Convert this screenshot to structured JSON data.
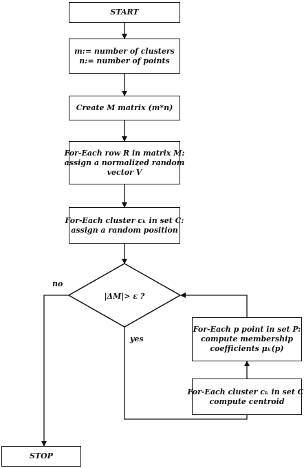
{
  "flowchart": {
    "start": "START",
    "init": {
      "line1": "m:= number of clusters",
      "line2": "n:= number of points"
    },
    "create_matrix": "Create M matrix (m*n)",
    "assign_vector": {
      "line1": "For-Each row R in matrix M:",
      "line2": "assign a normalized random",
      "line3": "vector V"
    },
    "assign_position": {
      "line1": "For-Each cluster cₖ in set C:",
      "line2": "assign a random position"
    },
    "decision": "|ΔM|> ε ?",
    "membership": {
      "line1": "For-Each p point in set P:",
      "line2": "compute membership",
      "line3": "coefficients  μₖ(p)"
    },
    "centroid": {
      "line1": "For-Each cluster cₖ in set C:",
      "line2": "compute centroid"
    },
    "stop": "STOP",
    "label_no": "no",
    "label_yes": "yes"
  }
}
